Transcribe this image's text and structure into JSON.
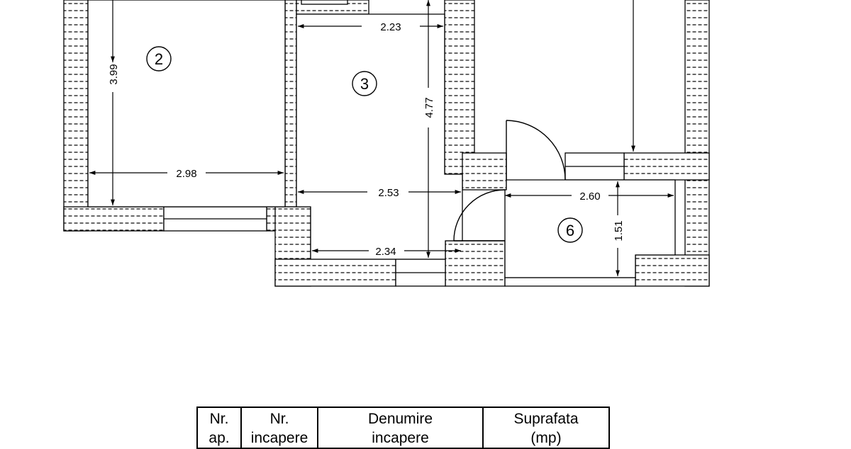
{
  "floor_plan": {
    "rooms": [
      {
        "number": "2"
      },
      {
        "number": "3"
      },
      {
        "number": "6"
      }
    ],
    "dimensions": {
      "room2_height": "3.99",
      "room2_width": "2.98",
      "room3_top_width": "2.23",
      "room3_height": "4.77",
      "room3_mid_width": "2.53",
      "room3_bottom_width": "2.34",
      "room6_width": "2.60",
      "room6_height": "1.51"
    }
  },
  "table": {
    "headers": [
      {
        "line1": "Nr.",
        "line2": "ap."
      },
      {
        "line1": "Nr.",
        "line2": "incapere"
      },
      {
        "line1": "Denumire",
        "line2": "incapere"
      },
      {
        "line1": "Suprafata",
        "line2": "(mp)"
      }
    ]
  }
}
